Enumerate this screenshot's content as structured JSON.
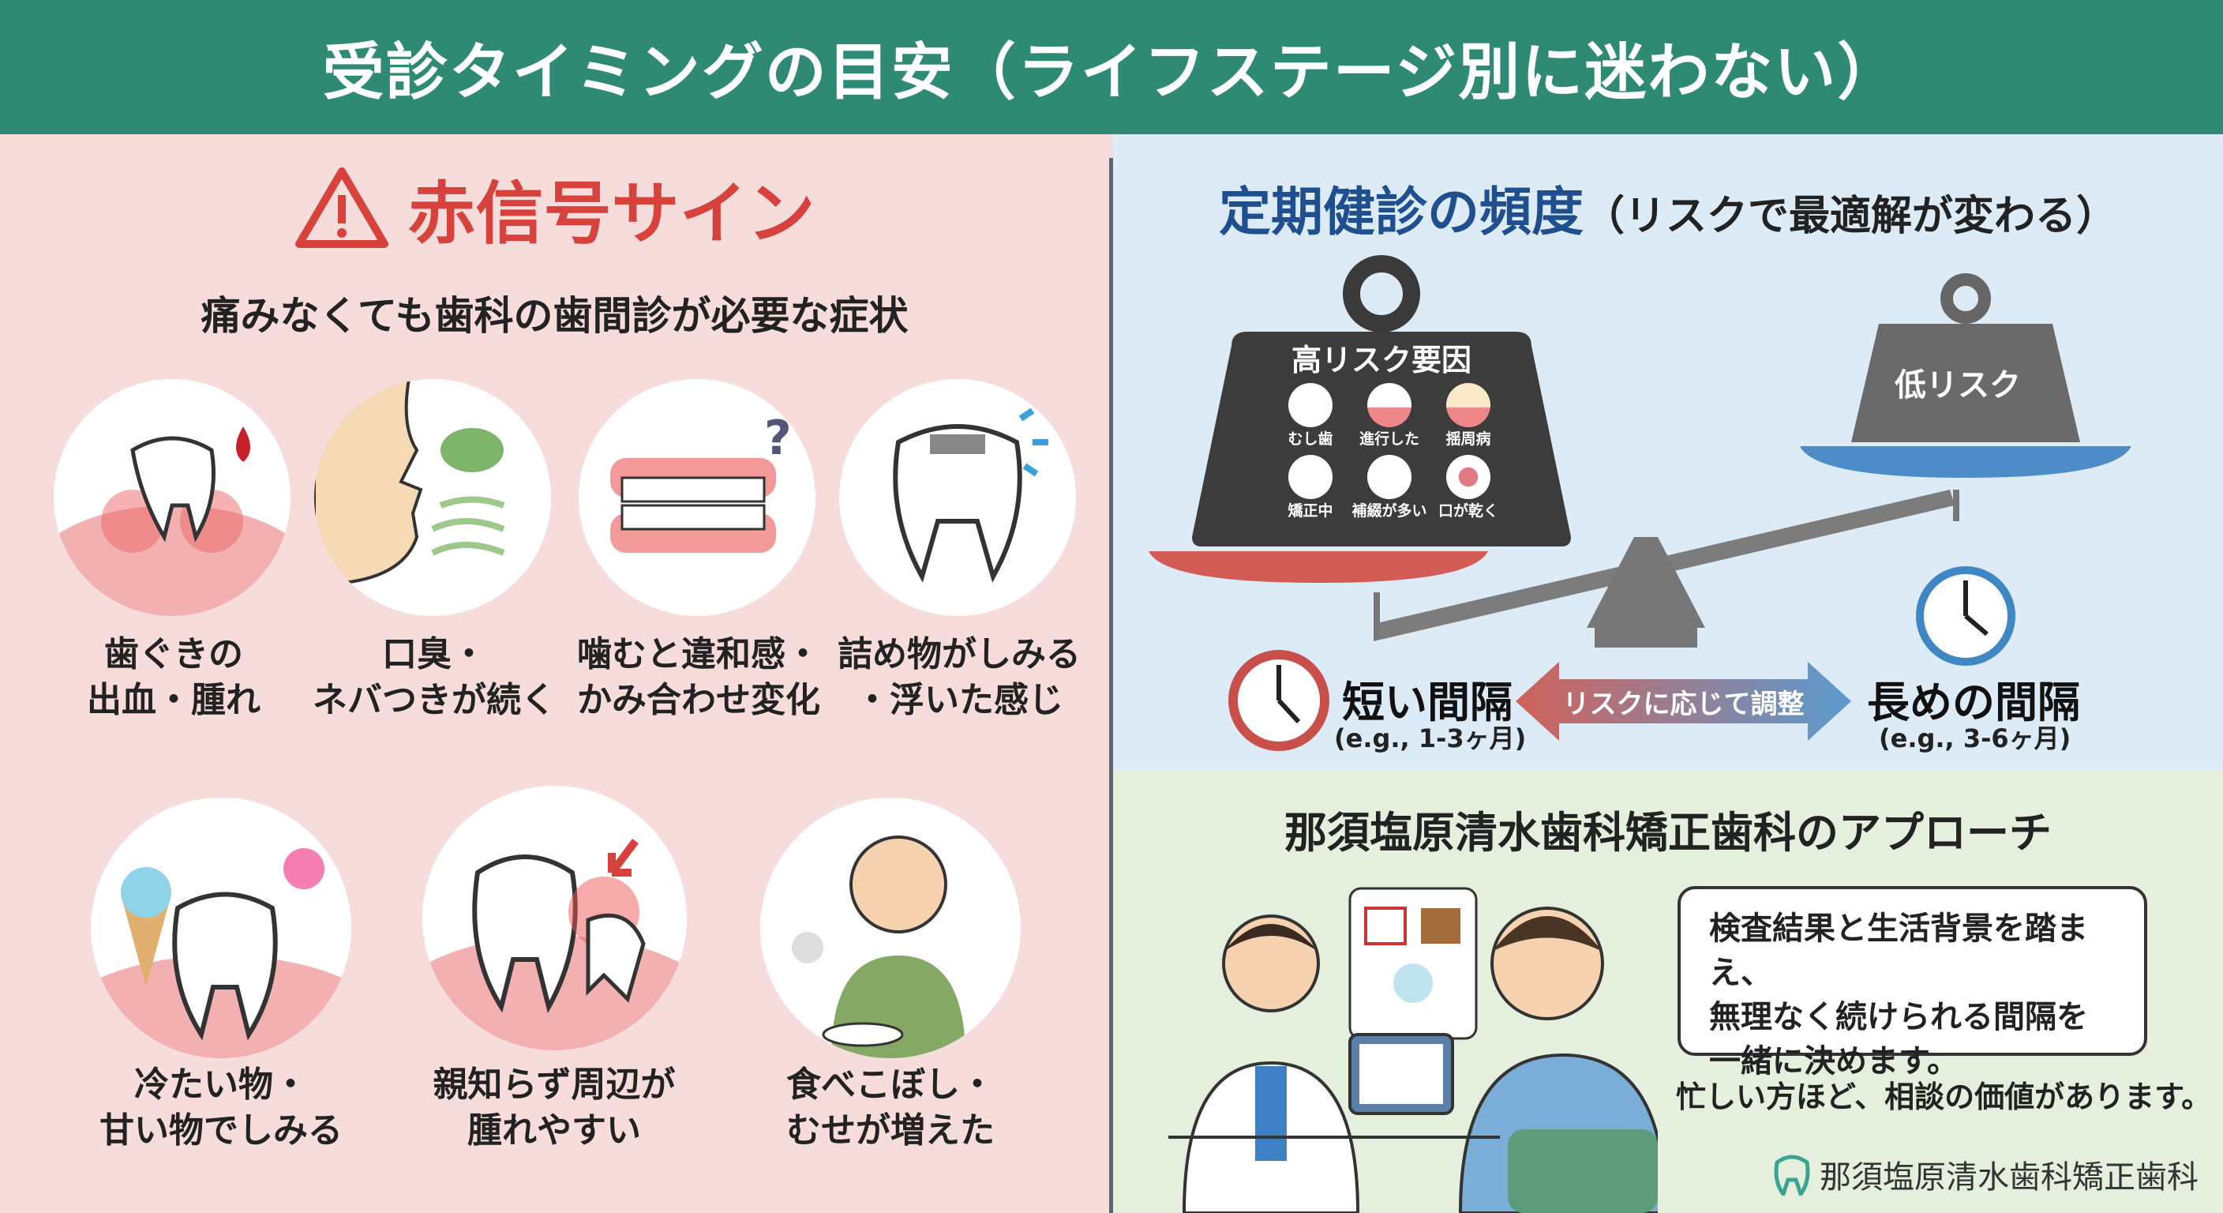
{
  "header": {
    "title": "受診タイミングの目安（ライフステージ別に迷わない）"
  },
  "left": {
    "title": "赤信号サイン",
    "subtitle": "痛みなくても歯科の歯間診が必要な症状",
    "symptoms": [
      {
        "line1": "歯ぐきの",
        "line2": "出血・腫れ",
        "icon": "bleeding-gum-icon"
      },
      {
        "line1": "口臭・",
        "line2": "ネバつきが続く",
        "icon": "bad-breath-icon"
      },
      {
        "line1": "噛むと違和感・",
        "line2": "かみ合わせ変化",
        "icon": "bite-change-icon"
      },
      {
        "line1": "詰め物がしみる",
        "line2": "・浮いた感じ",
        "icon": "filling-icon"
      },
      {
        "line1": "冷たい物・",
        "line2": "甘い物でしみる",
        "icon": "sensitive-tooth-icon"
      },
      {
        "line1": "親知らず周辺が",
        "line2": "腫れやすい",
        "icon": "wisdom-tooth-icon"
      },
      {
        "line1": "食べこぼし・",
        "line2": "むせが増えた",
        "icon": "elderly-choking-icon"
      }
    ]
  },
  "frequency": {
    "title": "定期健診の頻度",
    "title_note": "（リスクで最適解が変わる）",
    "high_risk": {
      "title": "高リスク要因",
      "factors": [
        "むし歯",
        "進行した",
        "揺周病",
        "矯正中",
        "補綴が多い",
        "口が乾く"
      ]
    },
    "low_risk": {
      "title": "低リスク"
    },
    "short": {
      "label": "短い間隔",
      "example": "(e.g., 1-3ヶ月)"
    },
    "long": {
      "label": "長めの間隔",
      "example": "(e.g., 3-6ヶ月)"
    },
    "arrow_label": "リスクに応じて調整"
  },
  "approach": {
    "title": "那須塩原清水歯科矯正歯科のアプローチ",
    "bubble": [
      "検査結果と生活背景を踏まえ、",
      "無理なく続けられる間隔を",
      "一緒に決めます。"
    ],
    "note": "忙しい方ほど、相談の価値があります。",
    "logo_text": "那須塩原清水歯科矯正歯科"
  },
  "colors": {
    "header": "#2f8a74",
    "red": "#d8423d",
    "blue": "#1f4f8f"
  }
}
